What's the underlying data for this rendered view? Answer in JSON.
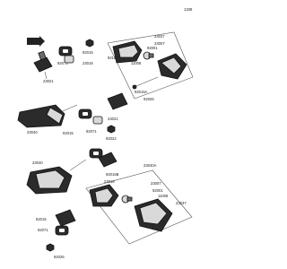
{
  "diagram": {
    "code": "1338",
    "part_numbers": {
      "p_23040_tl": "23040",
      "p_92015_t": "92015",
      "p_92071_t": "92071",
      "p_23016_t": "23016",
      "p_23037_t": "23037",
      "p_23007_t": "23007",
      "p_92001_t": "92001",
      "p_92153_t": "92153",
      "p_11008_t": "11008",
      "p_92015a": "92015A",
      "p_92026_t": "92026",
      "p_23021": "23021",
      "p_92015_mid": "92015",
      "p_92071_mid": "92071",
      "p_92022": "92022",
      "p_23040_ml": "23040",
      "p_23040a": "23040A",
      "p_92015b": "92015B",
      "p_23016_b": "23016",
      "p_23007_b": "23007",
      "p_92001_b": "92001",
      "p_11008_b": "11008",
      "p_23037_b": "23037",
      "p_92071_b": "92071",
      "p_92015_b2": "92015",
      "p_23021_b": "23021",
      "p_92026_b": "92026"
    }
  }
}
